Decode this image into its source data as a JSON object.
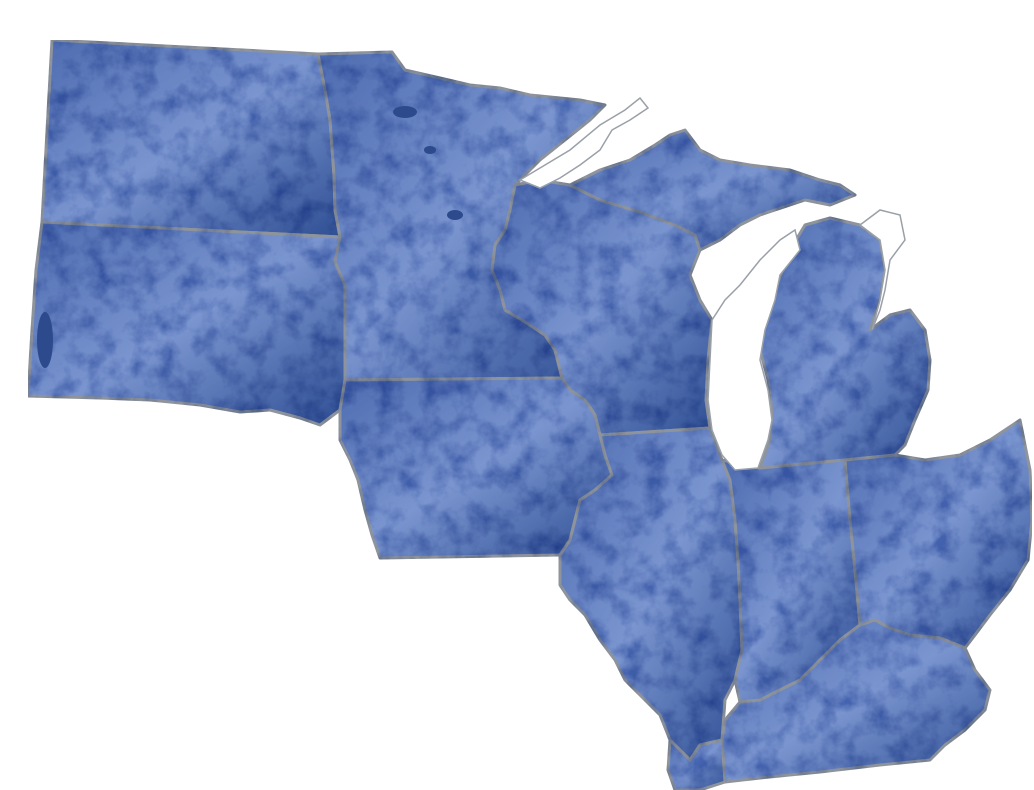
{
  "map": {
    "region": "",
    "colors": {
      "land": "#4d6bb0",
      "land_light": "#7a95cf",
      "land_dark": "#2f4f94",
      "border": "#8f949c",
      "water": "#ffffff",
      "background": "#ffffff"
    },
    "states": [
      {
        "id": "north-dakota"
      },
      {
        "id": "south-dakota"
      },
      {
        "id": "minnesota"
      },
      {
        "id": "wisconsin"
      },
      {
        "id": "michigan-upper"
      },
      {
        "id": "michigan-lower"
      },
      {
        "id": "iowa"
      },
      {
        "id": "illinois"
      },
      {
        "id": "indiana"
      },
      {
        "id": "ohio"
      },
      {
        "id": "kentucky"
      },
      {
        "id": "missouri-fragment"
      }
    ],
    "lakes": [
      {
        "id": "lake-superior"
      },
      {
        "id": "lake-michigan"
      },
      {
        "id": "lake-huron"
      }
    ]
  }
}
